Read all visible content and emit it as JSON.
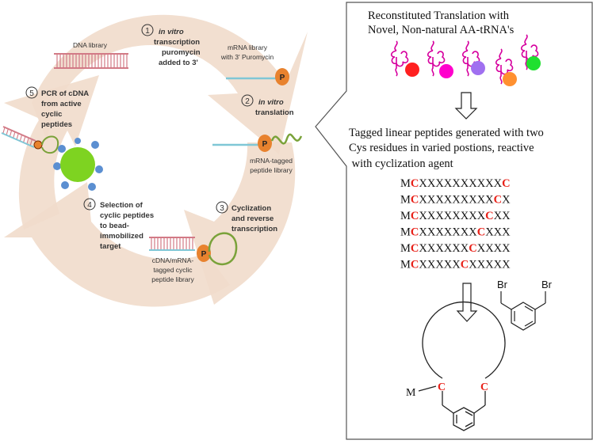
{
  "cycle": {
    "steps": [
      {
        "number": "1",
        "lines": [
          "in vitro",
          "transcription",
          "puromycin",
          "added to 3'"
        ]
      },
      {
        "number": "2",
        "lines": [
          "in vitro",
          "translation"
        ]
      },
      {
        "number": "3",
        "lines": [
          "Cyclization",
          "and reverse",
          "transcription"
        ]
      },
      {
        "number": "4",
        "lines": [
          "Selection of",
          "cyclic peptides",
          "to bead-",
          "immobilized",
          "target"
        ]
      },
      {
        "number": "5",
        "lines": [
          "PCR of cDNA",
          "from active",
          "cyclic",
          "peptides"
        ]
      }
    ],
    "labels": {
      "dna_library": "DNA library",
      "mrna_library": [
        "mRNA library",
        "with 3' Puromycin"
      ],
      "mrna_tagged": [
        "mRNA-tagged",
        "peptide library"
      ],
      "cdna_tagged": [
        "cDNA/mRNA-",
        "tagged cyclic",
        "peptide library"
      ],
      "puromycin_marker": "P"
    },
    "colors": {
      "arrow": "#f1dccb",
      "dna": "#d27a86",
      "rna": "#7fc7d6",
      "puromycin": "#e8822e",
      "peptide": "#7aa23a",
      "bead": "#7ed321",
      "target": "#5b8fd1"
    }
  },
  "panel": {
    "title_lines": [
      "Reconstituted Translation with",
      "Novel, Non-natural AA-tRNA's"
    ],
    "description_lines": [
      "Tagged linear peptides generated with two",
      "Cys residues in varied postions, reactive",
      " with cyclization agent"
    ],
    "sequences": [
      [
        "M",
        "C",
        "XXXXXXXXXX",
        "C",
        ""
      ],
      [
        "M",
        "C",
        "XXXXXXXXX",
        "C",
        "X"
      ],
      [
        "M",
        "C",
        "XXXXXXXX",
        "C",
        "XX"
      ],
      [
        "M",
        "C",
        "XXXXXXX",
        "C",
        "XXX"
      ],
      [
        "M",
        "C",
        "XXXXXX",
        "C",
        "XXXX"
      ],
      [
        "M",
        "C",
        "XXXXX",
        "C",
        "XXXXX"
      ]
    ],
    "linker_labels": [
      "Br",
      "Br"
    ],
    "product_labels": {
      "m": "M",
      "c1": "C",
      "c2": "C"
    },
    "trna_ball_colors": [
      "#ff2020",
      "#ff00cc",
      "#a070f0",
      "#ff9030",
      "#20e030"
    ],
    "colors": {
      "cys": "#e8221a",
      "trna": "#d6009e"
    }
  }
}
